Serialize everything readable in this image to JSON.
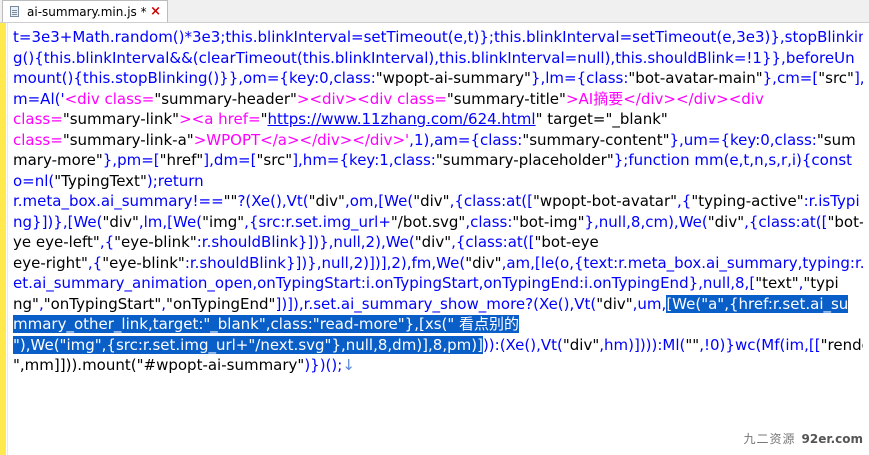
{
  "tab": {
    "title": "ai-summary.min.js *",
    "close": "×"
  },
  "colors": {
    "default": "#0000ff",
    "string": "#000000",
    "tag": "#ff00ff",
    "url": "#0000ff",
    "selection": "#0a5ec8",
    "gutter": "#ffe94d"
  },
  "lines": [
    [
      {
        "t": "t=3e3+Math.random()*3e3;this.blinkInterval=setTimeout(e,t)};this.blinkInterval=setTimeout(e,3e3)},stopBlinkin",
        "c": "def"
      }
    ],
    [
      {
        "t": "g(){this.blinkInterval&&(clearTimeout(this.blinkInterval),this.blinkInterval=null),this.shouldBlink=!1}},beforeUn",
        "c": "def"
      }
    ],
    [
      {
        "t": "mount(){this.stopBlinking()}},om={key:0,class:",
        "c": "def"
      },
      {
        "t": "\"wpopt-ai-summary\"",
        "c": "str"
      },
      {
        "t": "},lm={class:",
        "c": "def"
      },
      {
        "t": "\"bot-avatar-main\"",
        "c": "str"
      },
      {
        "t": "},cm=[",
        "c": "def"
      },
      {
        "t": "\"src\"",
        "c": "str"
      },
      {
        "t": "],f",
        "c": "def"
      }
    ],
    [
      {
        "t": "m=Al('",
        "c": "def"
      },
      {
        "t": "<div class=",
        "c": "tag"
      },
      {
        "t": "\"summary-header\"",
        "c": "str"
      },
      {
        "t": "><div><div class=",
        "c": "tag"
      },
      {
        "t": "\"summary-title\"",
        "c": "str"
      },
      {
        "t": ">AI摘要</div></div><div",
        "c": "tag"
      }
    ],
    [
      {
        "t": "class=",
        "c": "tag"
      },
      {
        "t": "\"summary-link\"",
        "c": "str"
      },
      {
        "t": "><a href=",
        "c": "tag"
      },
      {
        "t": "\"",
        "c": "str"
      },
      {
        "t": "https://www.11zhang.com/624.html",
        "c": "url"
      },
      {
        "t": "\" target=\"_blank\"",
        "c": "str"
      }
    ],
    [
      {
        "t": "class=",
        "c": "tag"
      },
      {
        "t": "\"summary-link-a\"",
        "c": "str"
      },
      {
        "t": ">WPOPT</a></div></div>'",
        "c": "tag"
      },
      {
        "t": ",1),am={class:",
        "c": "def"
      },
      {
        "t": "\"summary-content\"",
        "c": "str"
      },
      {
        "t": "},um={key:0,class:",
        "c": "def"
      },
      {
        "t": "\"sum",
        "c": "str"
      }
    ],
    [
      {
        "t": "mary-more\"",
        "c": "str"
      },
      {
        "t": "},pm=[",
        "c": "def"
      },
      {
        "t": "\"href\"",
        "c": "str"
      },
      {
        "t": "],dm=[",
        "c": "def"
      },
      {
        "t": "\"src\"",
        "c": "str"
      },
      {
        "t": "],hm={key:1,class:",
        "c": "def"
      },
      {
        "t": "\"summary-placeholder\"",
        "c": "str"
      },
      {
        "t": "};function mm(e,t,n,s,r,i){const",
        "c": "def"
      }
    ],
    [
      {
        "t": "o=nl(",
        "c": "def"
      },
      {
        "t": "\"TypingText\"",
        "c": "str"
      },
      {
        "t": ");return",
        "c": "def"
      }
    ],
    [
      {
        "t": "r.meta_box.ai_summary!==",
        "c": "def"
      },
      {
        "t": "\"\"",
        "c": "str"
      },
      {
        "t": "?(Xe(),Vt(",
        "c": "def"
      },
      {
        "t": "\"div\"",
        "c": "str"
      },
      {
        "t": ",om,[We(",
        "c": "def"
      },
      {
        "t": "\"div\"",
        "c": "str"
      },
      {
        "t": ",{class:at([",
        "c": "def"
      },
      {
        "t": "\"wpopt-bot-avatar\"",
        "c": "str"
      },
      {
        "t": ",{",
        "c": "def"
      },
      {
        "t": "\"typing-active\"",
        "c": "str"
      },
      {
        "t": ":r.isTypi",
        "c": "def"
      }
    ],
    [
      {
        "t": "ng}])},[We(",
        "c": "def"
      },
      {
        "t": "\"div\"",
        "c": "str"
      },
      {
        "t": ",lm,[We(",
        "c": "def"
      },
      {
        "t": "\"img\"",
        "c": "str"
      },
      {
        "t": ",{src:r.set.img_url+",
        "c": "def"
      },
      {
        "t": "\"/bot.svg\"",
        "c": "str"
      },
      {
        "t": ",class:",
        "c": "def"
      },
      {
        "t": "\"bot-img\"",
        "c": "str"
      },
      {
        "t": "},null,8,cm),We(",
        "c": "def"
      },
      {
        "t": "\"div\"",
        "c": "str"
      },
      {
        "t": ",{class:at([",
        "c": "def"
      },
      {
        "t": "\"bot-e",
        "c": "str"
      }
    ],
    [
      {
        "t": "ye eye-left\"",
        "c": "str"
      },
      {
        "t": ",{",
        "c": "def"
      },
      {
        "t": "\"eye-blink\"",
        "c": "str"
      },
      {
        "t": ":r.shouldBlink}])},null,2),We(",
        "c": "def"
      },
      {
        "t": "\"div\"",
        "c": "str"
      },
      {
        "t": ",{class:at([",
        "c": "def"
      },
      {
        "t": "\"bot-eye",
        "c": "str"
      }
    ],
    [
      {
        "t": "eye-right\"",
        "c": "str"
      },
      {
        "t": ",{",
        "c": "def"
      },
      {
        "t": "\"eye-blink\"",
        "c": "str"
      },
      {
        "t": ":r.shouldBlink}])},null,2)])],2),fm,We(",
        "c": "def"
      },
      {
        "t": "\"div\"",
        "c": "str"
      },
      {
        "t": ",am,[le(o,{text:r.meta_box.ai_summary,typing:r.s",
        "c": "def"
      }
    ],
    [
      {
        "t": "et.ai_summary_animation_open,onTypingStart:i.onTypingStart,onTypingEnd:i.onTypingEnd},null,8,[",
        "c": "def"
      },
      {
        "t": "\"text\"",
        "c": "str"
      },
      {
        "t": ",",
        "c": "def"
      },
      {
        "t": "\"typi",
        "c": "str"
      }
    ],
    [
      {
        "t": "ng\"",
        "c": "str"
      },
      {
        "t": ",",
        "c": "def"
      },
      {
        "t": "\"onTypingStart\"",
        "c": "str"
      },
      {
        "t": ",",
        "c": "def"
      },
      {
        "t": "\"onTypingEnd\"",
        "c": "str"
      },
      {
        "t": "])]),r.set.ai_summary_show_more?(Xe(),Vt(",
        "c": "def"
      },
      {
        "t": "\"div\"",
        "c": "str"
      },
      {
        "t": ",um,",
        "c": "def"
      },
      {
        "t": "[We(\"a\",{href:r.set.ai_su",
        "c": "sel"
      }
    ],
    [
      {
        "t": "mmary_other_link,target:\"_blank\",class:\"read-more\"},[xs(\" 看点别的",
        "c": "sel"
      }
    ],
    [
      {
        "t": "\"),We(\"img\",{src:r.set.img_url+\"/next.svg\"},null,8,dm)],8,pm)]",
        "c": "sel"
      },
      {
        "t": ")):(Xe(),Vt(",
        "c": "def"
      },
      {
        "t": "\"div\"",
        "c": "str"
      },
      {
        "t": ",hm)]))):Ml(",
        "c": "def"
      },
      {
        "t": "\"\"",
        "c": "str"
      },
      {
        "t": ",!0)}wc(Mf(im,[[",
        "c": "def"
      },
      {
        "t": "\"render",
        "c": "str"
      }
    ],
    [
      {
        "t": "\",mm]])).mount(",
        "c": "str"
      },
      {
        "t": "\"#wpopt-ai-summary\"",
        "c": "str"
      },
      {
        "t": ")})();",
        "c": "def"
      },
      {
        "t": "↓",
        "c": "eol"
      }
    ]
  ],
  "watermark": {
    "cn": "九二资源",
    "domain": "92er.com"
  }
}
